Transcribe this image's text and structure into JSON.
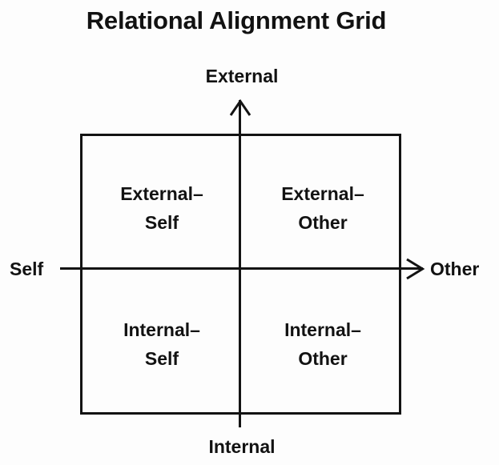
{
  "chart_data": {
    "type": "diagram",
    "diagram_kind": "2x2-quadrant-grid",
    "title": "Relational Alignment Grid",
    "axes": {
      "vertical": {
        "top_label": "External",
        "bottom_label": "Internal",
        "arrow": "up"
      },
      "horizontal": {
        "left_label": "Self",
        "right_label": "Other",
        "arrow": "right"
      }
    },
    "quadrants": [
      {
        "position": "top-left",
        "line1": "External–",
        "line2": "Self",
        "full_label": "External–Self"
      },
      {
        "position": "top-right",
        "line1": "External–",
        "line2": "Other",
        "full_label": "External–Other"
      },
      {
        "position": "bottom-left",
        "line1": "Internal–",
        "line2": "Self",
        "full_label": "Internal–Self"
      },
      {
        "position": "bottom-right",
        "line1": "Internal–",
        "line2": "Other",
        "full_label": "Internal–Other"
      }
    ],
    "colors": {
      "background": "#fdfdfd",
      "stroke": "#131313",
      "text": "#121212"
    },
    "icons": {
      "arrow_up": "arrow-up-icon",
      "arrow_right": "arrow-right-icon"
    }
  }
}
